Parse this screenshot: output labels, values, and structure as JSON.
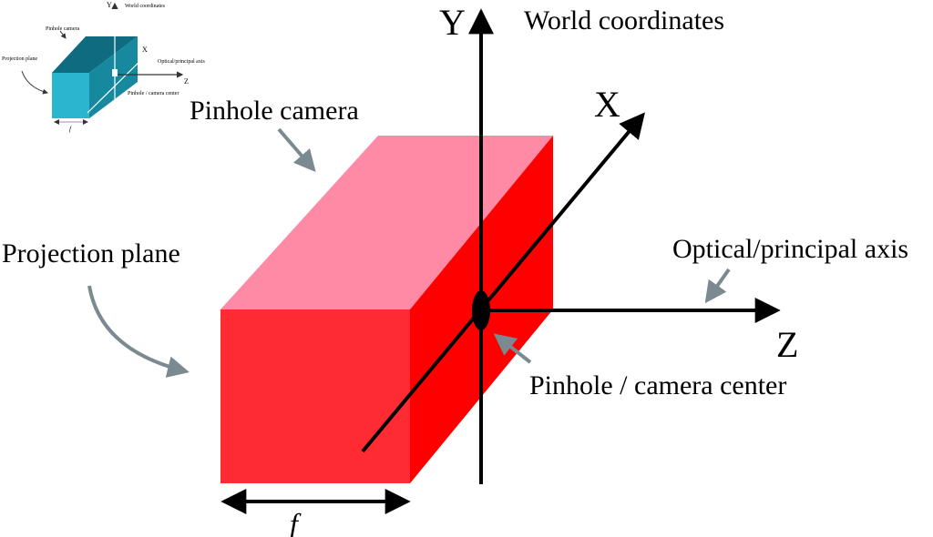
{
  "labels": {
    "axis_y": "Y",
    "axis_x": "X",
    "axis_z": "Z",
    "world_coordinates": "World coordinates",
    "pinhole_camera": "Pinhole camera",
    "projection_plane": "Projection plane",
    "optical_axis": "Optical/principal axis",
    "pinhole_center": "Pinhole / camera center",
    "focal_length": "f"
  },
  "thumbnail": {
    "axis_y": "Y",
    "axis_x": "X",
    "axis_z": "Z",
    "world_coordinates": "World coordinates",
    "pinhole_camera": "Pinhole camera",
    "projection_plane": "Projection plane",
    "optical_axis": "Optical/principal axis",
    "pinhole_center": "Pinhole / camera center",
    "focal_length": "f"
  },
  "colors": {
    "front_face": "#ff2b33",
    "top_face": "#ff8aa6",
    "side_face": "#ff0000",
    "axis": "#000000",
    "pointer_arrow": "#7a8a90",
    "thumb_front": "#2bb5cf",
    "thumb_top": "#0f6c80",
    "thumb_side": "#17899f"
  }
}
